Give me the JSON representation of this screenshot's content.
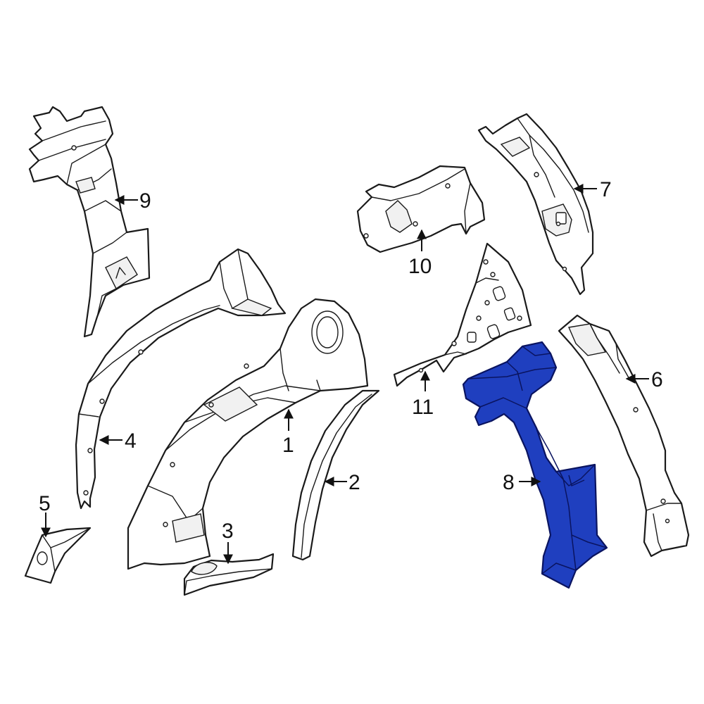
{
  "colors": {
    "highlight": "#1f3fbf",
    "highlight_dark": "#15309a",
    "outline": "#1a1a1a",
    "background": "#ffffff"
  },
  "callouts": {
    "c1": "1",
    "c2": "2",
    "c3": "3",
    "c4": "4",
    "c5": "5",
    "c6": "6",
    "c7": "7",
    "c8": "8",
    "c9": "9",
    "c10": "10",
    "c11": "11"
  },
  "highlighted_part": "8"
}
